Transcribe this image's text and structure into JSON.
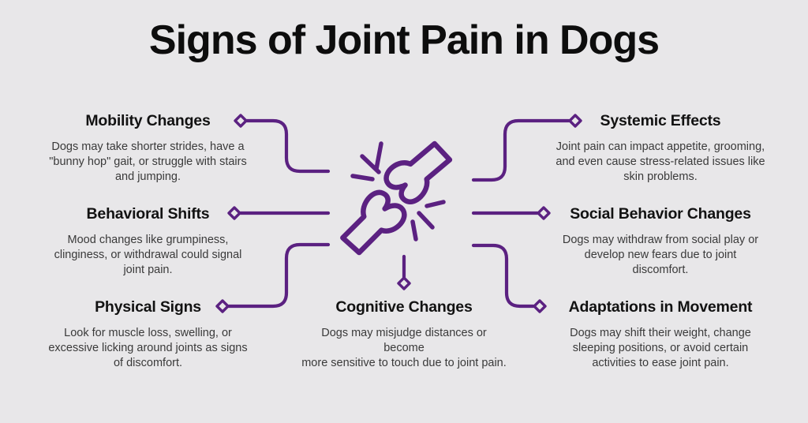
{
  "title": "Signs of Joint Pain in Dogs",
  "colors": {
    "background": "#e8e7e9",
    "accent_purple": "#5b2181",
    "heading_text": "#0d0d0d",
    "body_text": "#3a3a3a"
  },
  "center_icon": "dog-joint-pain-bone-icon",
  "sections": [
    {
      "id": "mobility-changes",
      "position": "left-top",
      "label": "Mobility Changes",
      "description": "Dogs may take shorter strides, have a\n\"bunny hop\" gait, or struggle with stairs\nand jumping."
    },
    {
      "id": "behavioral-shifts",
      "position": "left-middle",
      "label": "Behavioral Shifts",
      "description": "Mood changes like grumpiness,\nclinginess, or withdrawal could signal\njoint pain."
    },
    {
      "id": "physical-signs",
      "position": "left-bottom",
      "label": "Physical Signs",
      "description": "Look for muscle loss, swelling, or\nexcessive licking around joints as signs\nof discomfort."
    },
    {
      "id": "systemic-effects",
      "position": "right-top",
      "label": "Systemic Effects",
      "description": "Joint pain can impact appetite, grooming,\nand even cause stress-related issues like\nskin problems."
    },
    {
      "id": "social-behavior-changes",
      "position": "right-middle",
      "label": "Social Behavior Changes",
      "description": "Dogs may withdraw from social play or\ndevelop new fears due to joint\ndiscomfort."
    },
    {
      "id": "adaptations-in-movement",
      "position": "right-bottom",
      "label": "Adaptations in Movement",
      "description": "Dogs may shift their weight, change\nsleeping positions, or avoid certain\nactivities to ease joint pain."
    },
    {
      "id": "cognitive-changes",
      "position": "bottom-center",
      "label": "Cognitive Changes",
      "description": "Dogs may misjudge distances or become\nmore sensitive to touch due to joint pain."
    }
  ]
}
